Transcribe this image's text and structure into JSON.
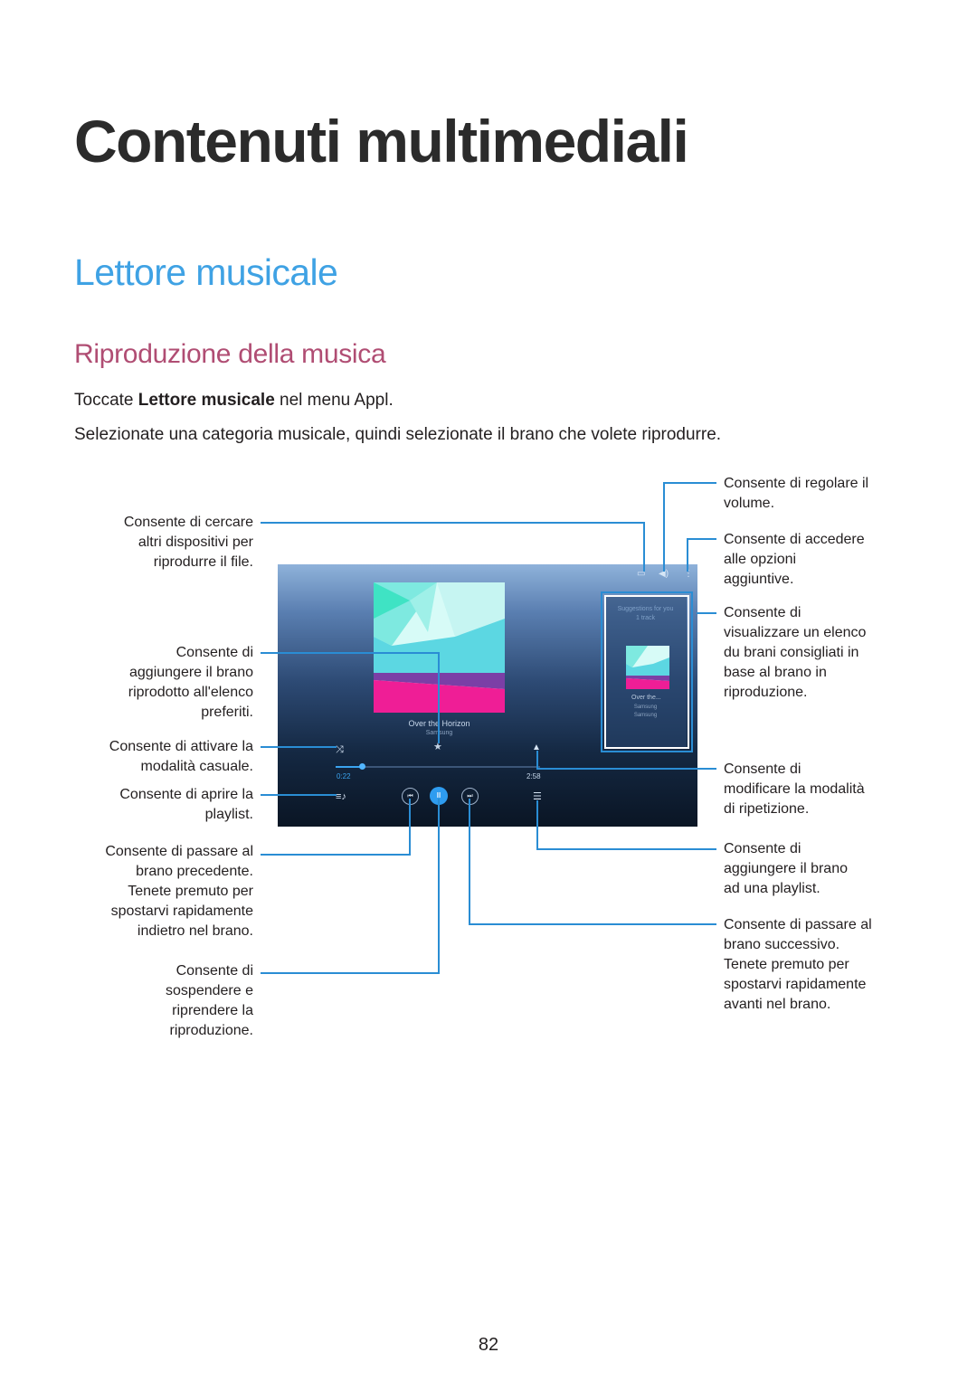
{
  "chapter_title": "Contenuti multimediali",
  "section_title": "Lettore musicale",
  "subsection_title": "Riproduzione della musica",
  "paragraph1": {
    "prefix": "Toccate ",
    "bold": "Lettore musicale",
    "suffix": " nel menu Appl."
  },
  "paragraph2": "Selezionate una categoria musicale, quindi selezionate il brano che volete riprodurre.",
  "callouts_left": {
    "search_devices": [
      "Consente di cercare",
      "altri dispositivi per",
      "riprodurre il file."
    ],
    "add_favorites": [
      "Consente di",
      "aggiungere il brano",
      "riprodotto all'elenco",
      "preferiti."
    ],
    "shuffle": [
      "Consente di attivare la",
      "modalità casuale."
    ],
    "open_playlist": [
      "Consente di aprire la",
      "playlist."
    ],
    "previous": [
      "Consente di passare al",
      "brano precedente.",
      "Tenete premuto per",
      "spostarvi rapidamente",
      "indietro nel brano."
    ],
    "pause_resume": [
      "Consente di",
      "sospendere e",
      "riprendere la",
      "riproduzione."
    ]
  },
  "callouts_right": {
    "volume": [
      "Consente di regolare il",
      "volume."
    ],
    "more_options": [
      "Consente di accedere",
      "alle opzioni",
      "aggiuntive."
    ],
    "suggestions": [
      "Consente di",
      "visualizzare un elenco",
      "du brani consigliati in",
      "base al brano in",
      "riproduzione."
    ],
    "repeat": [
      "Consente di",
      "modificare la modalità",
      "di ripetizione."
    ],
    "add_to_playlist": [
      "Consente di",
      "aggiungere il brano",
      "ad una playlist."
    ],
    "next": [
      "Consente di passare al",
      "brano successivo.",
      "Tenete premuto per",
      "spostarvi rapidamente",
      "avanti nel brano."
    ]
  },
  "player": {
    "track_title": "Over the Horizon",
    "artist": "Samsung",
    "time_elapsed": "0:22",
    "time_total": "2:58",
    "progress_fraction": 0.13,
    "suggest_title": "Suggestions for you",
    "suggest_count": "1 track",
    "suggest_track": "Over the...",
    "suggest_artist_1": "Samsung",
    "suggest_artist_2": "Samsung",
    "icons": {
      "search_devices": "device-search-icon",
      "volume": "volume-icon",
      "more": "more-options-icon",
      "favorite": "star-icon",
      "shuffle": "shuffle-icon",
      "repeat": "repeat-icon",
      "playlist": "playlist-icon",
      "previous": "previous-icon",
      "pause": "pause-icon",
      "next": "next-icon",
      "add_playlist": "add-to-playlist-icon"
    },
    "accent_color": "#2e9cf0"
  },
  "callout_line_color": "#2a8dd4",
  "page_number": "82"
}
